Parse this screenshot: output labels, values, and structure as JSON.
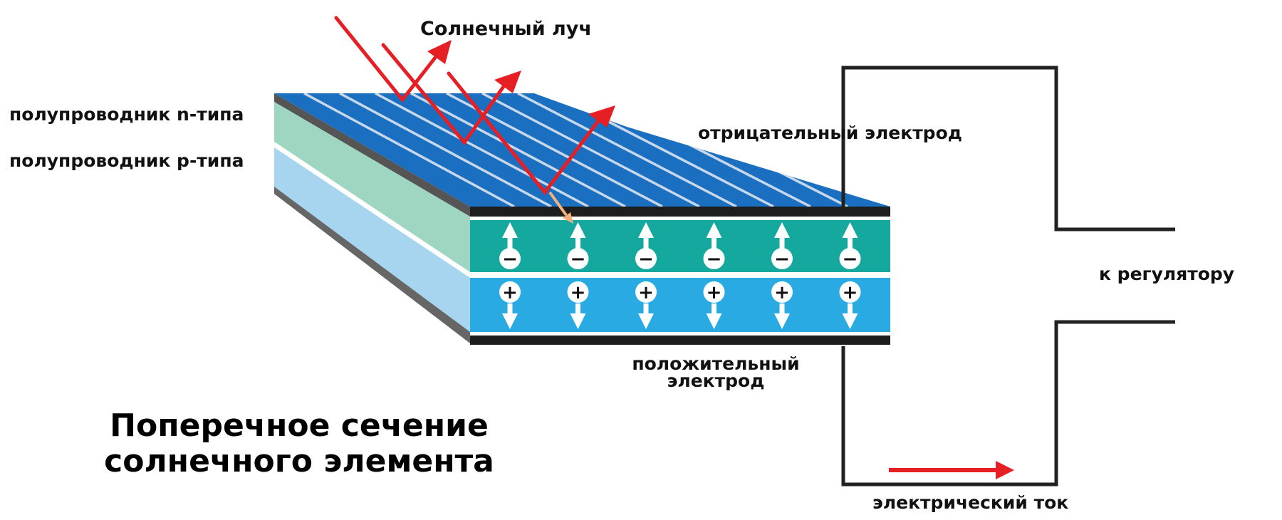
{
  "labels": {
    "sun_ray": "Солнечный луч",
    "n_type": "полупроводник n-типа",
    "p_type": "полупроводник p-типа",
    "negative_electrode": "отрицательный электрод",
    "positive_electrode_line1": "положительный",
    "positive_electrode_line2": "электрод",
    "to_regulator": "к регулятору",
    "electric_current": "электрический ток",
    "title_line1": "Поперечное сечение",
    "title_line2": "солнечного элемента"
  },
  "colors": {
    "top_surface": "#1a6fc0",
    "grid_lines": "#c8d8ea",
    "n_layer_front": "#14a89e",
    "n_layer_side": "#9fd6c2",
    "p_layer_front": "#29aae2",
    "p_layer_side": "#a7d4ef",
    "electrode": "#1e1e1e",
    "wire": "#222222",
    "arrow_red": "#e51f24",
    "electron_arrow": "#f4b27a"
  },
  "charges": {
    "n_layer_sign": "−",
    "p_layer_sign": "+",
    "count": 6
  }
}
